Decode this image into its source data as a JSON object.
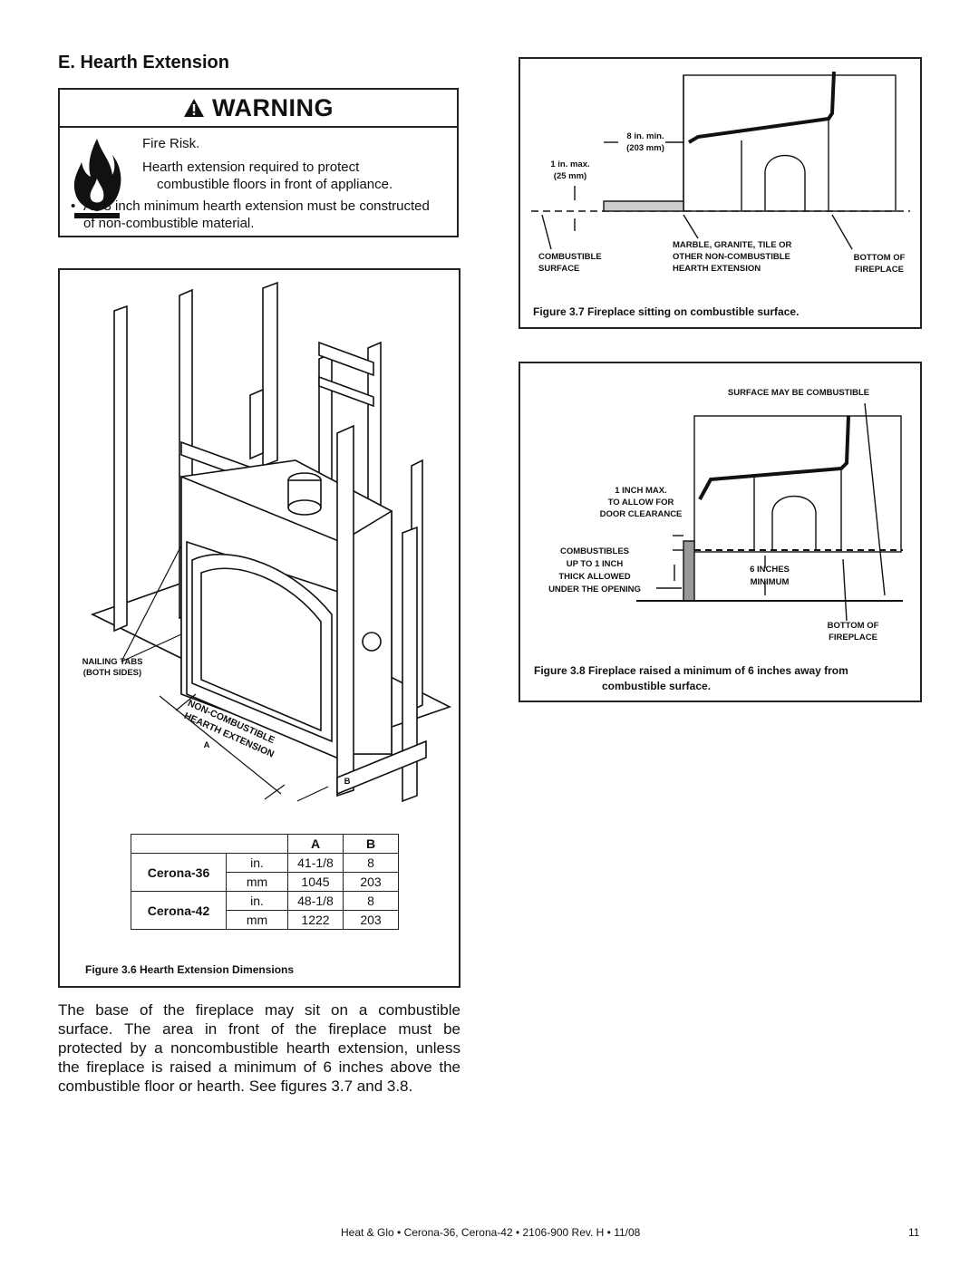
{
  "section_title": "E. Hearth Extension",
  "warning": {
    "title": "WARNING",
    "line1": "Fire Risk.",
    "line2": "Hearth extension required to protect",
    "line3": "combustible floors in front of appliance.",
    "bullet_line1": "An 8 inch minimum hearth extension must be constructed",
    "bullet_line2": "of non-combustible material."
  },
  "figure_3_6": {
    "caption": "Figure 3.6  Hearth Extension Dimensions",
    "labels": {
      "nailing_tabs": "NAILING TABS",
      "both_sides": "(BOTH SIDES)",
      "non_combustible": "NON-COMBUSTIBLE",
      "hearth_extension": "HEARTH EXTENSION",
      "a": "A",
      "b": "B"
    },
    "table": {
      "headers": [
        "A",
        "B"
      ],
      "rows": [
        {
          "model": "Cerona-36",
          "unit": "in.",
          "a": "41-1/8",
          "b": "8"
        },
        {
          "model": "",
          "unit": "mm",
          "a": "1045",
          "b": "203"
        },
        {
          "model": "Cerona-42",
          "unit": "in.",
          "a": "48-1/8",
          "b": "8"
        },
        {
          "model": "",
          "unit": "mm",
          "a": "1222",
          "b": "203"
        }
      ]
    }
  },
  "figure_3_7": {
    "caption": "Figure 3.7  Fireplace sitting on combustible surface.",
    "labels": {
      "min_8": "8 in. min.",
      "mm_203": "(203 mm)",
      "max_1": "1 in. max.",
      "mm_25": "(25 mm)",
      "combustible": "COMBUSTIBLE",
      "surface": "SURFACE",
      "marble1": "MARBLE, GRANITE, TILE OR",
      "marble2": "OTHER NON-COMBUSTIBLE",
      "marble3": "HEARTH EXTENSION",
      "bottom_of": "BOTTOM OF",
      "fireplace": "FIREPLACE"
    }
  },
  "figure_3_8": {
    "caption_line1": "Figure 3.8  Fireplace raised a minimum of 6 inches away from",
    "caption_line2": "combustible surface.",
    "labels": {
      "surface_combustible": "SURFACE MAY BE COMBUSTIBLE",
      "inch_max": "1 INCH MAX.",
      "allow_for": "TO ALLOW FOR",
      "door_clearance": "DOOR CLEARANCE",
      "comb1": "COMBUSTIBLES",
      "comb2": "UP TO 1 INCH",
      "comb3": "THICK ALLOWED",
      "comb4": "UNDER THE OPENING",
      "six_inches": "6 INCHES",
      "minimum": "MINIMUM",
      "bottom_of": "BOTTOM OF",
      "fireplace": "FIREPLACE"
    }
  },
  "body_text": "The base of the fireplace may sit on a combustible surface. The area in front of the fireplace must be protected by a noncombustible hearth extension, unless the fireplace is raised a minimum of 6 inches above the combustible floor or hearth.  See figures 3.7 and 3.8.",
  "footer": "Heat & Glo  •  Cerona-36, Cerona-42  •  2106-900 Rev. H  •  11/08",
  "page_number": "11"
}
